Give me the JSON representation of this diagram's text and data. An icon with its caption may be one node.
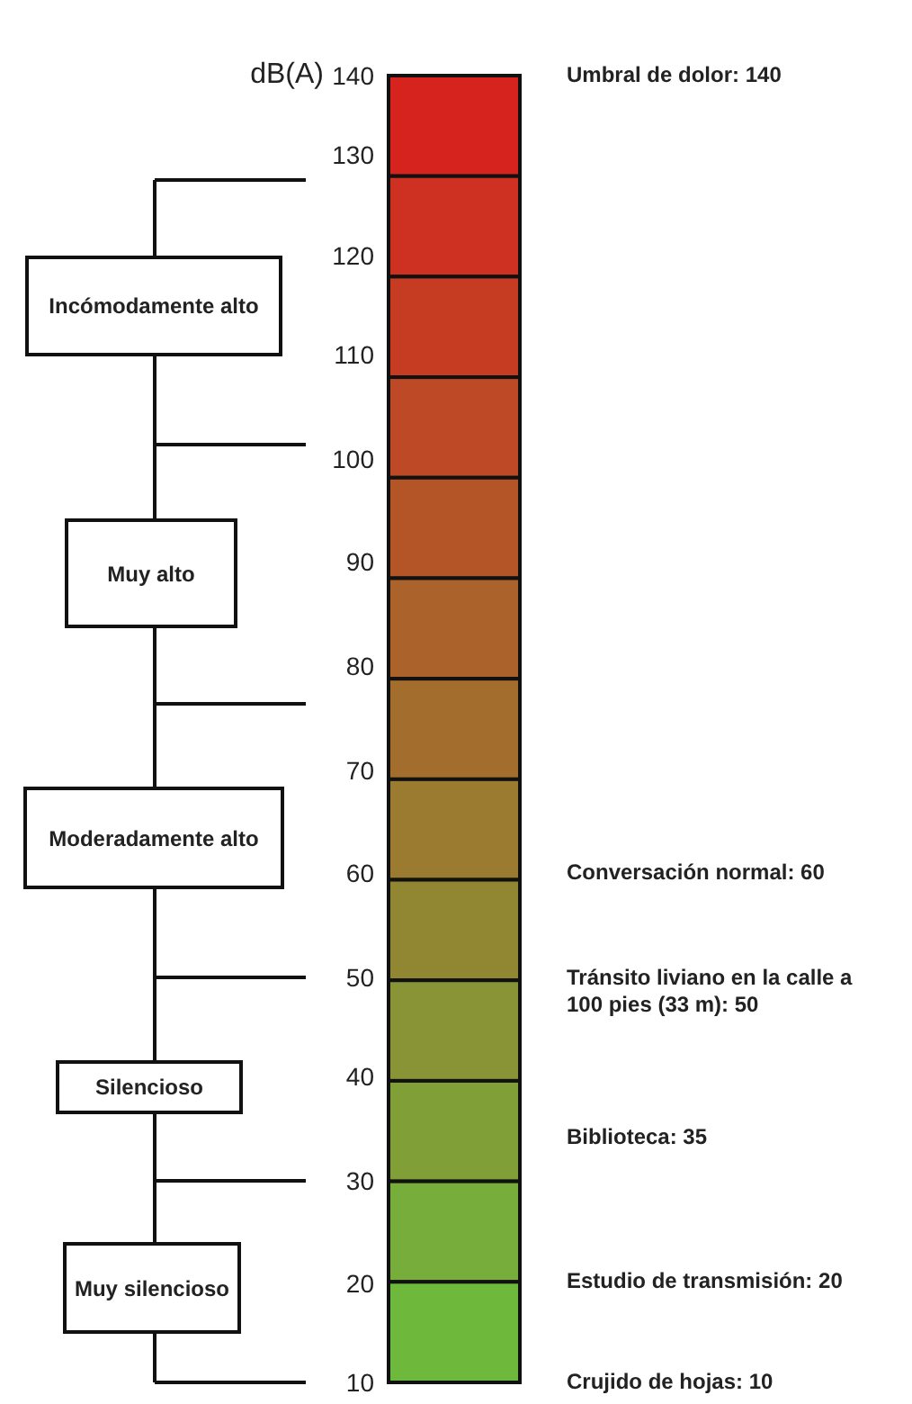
{
  "diagram": {
    "nodes": [
      {
        "text": [
          "Incómodamente alto"
        ]
      },
      {
        "text": [
          "Muy alto"
        ]
      },
      {
        "text": [
          "Moderadamente alto"
        ]
      },
      {
        "text": [
          "Silencioso"
        ]
      },
      {
        "text": [
          "Muy silencioso"
        ]
      }
    ],
    "labels": [
      "dB(A)",
      "140",
      "Umbral de dolor: 140",
      "130",
      "120",
      "110",
      "100",
      "90",
      "80",
      "70",
      "60",
      "Conversación normal: 60",
      "50",
      "Tránsito liviano en la calle a 100 pies (33 m): 50",
      "40",
      "Biblioteca: 35",
      "30",
      "20",
      "Estudio de transmisión: 20",
      "10",
      "Crujido de hojas: 10"
    ]
  }
}
